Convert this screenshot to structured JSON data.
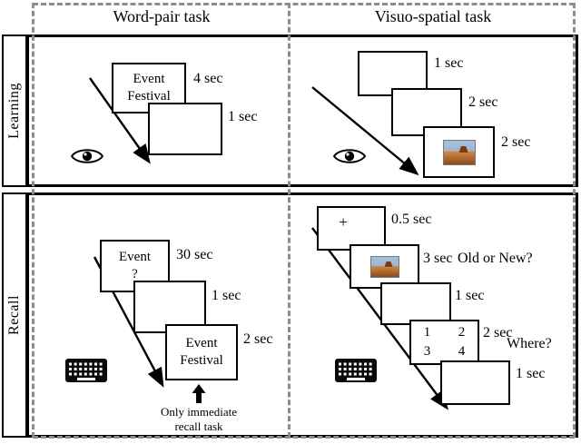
{
  "header": {
    "word_pair_title": "Word-pair task",
    "visuo_spatial_title": "Visuo-spatial task"
  },
  "row_labels": {
    "learning": "Learning",
    "recall": "Recall"
  },
  "learning": {
    "word_pair": {
      "stimulus_line1": "Event",
      "stimulus_line2": "Festival",
      "stimulus_duration": "4 sec",
      "blank_duration": "1 sec"
    },
    "visuo_spatial": {
      "blank1_duration": "1 sec",
      "blank2_duration": "2 sec",
      "image_duration": "2 sec"
    }
  },
  "recall": {
    "word_pair": {
      "cue_line1": "Event",
      "cue_line2": "?",
      "cue_duration": "30 sec",
      "blank_duration": "1 sec",
      "feedback_line1": "Event",
      "feedback_line2": "Festival",
      "feedback_duration": "2 sec",
      "note_line1": "Only immediate",
      "note_line2": "recall task"
    },
    "visuo_spatial": {
      "fixation_symbol": "+",
      "fixation_duration": "0.5 sec",
      "image_duration": "3 sec",
      "old_new_question": "Old or New?",
      "blank1_duration": "1 sec",
      "grid_numbers": [
        "1",
        "2",
        "3",
        "4"
      ],
      "grid_duration": "2 sec",
      "where_question": "Where?",
      "blank2_duration": "1 sec"
    }
  },
  "icons": {
    "eye": "eye-icon",
    "keyboard": "keyboard-icon"
  },
  "colors": {
    "dashed_frame": "#8c8c8c",
    "solid_border": "#000000",
    "thumb_sky": "#a9c0dc",
    "thumb_desert": "#c87f3a"
  }
}
